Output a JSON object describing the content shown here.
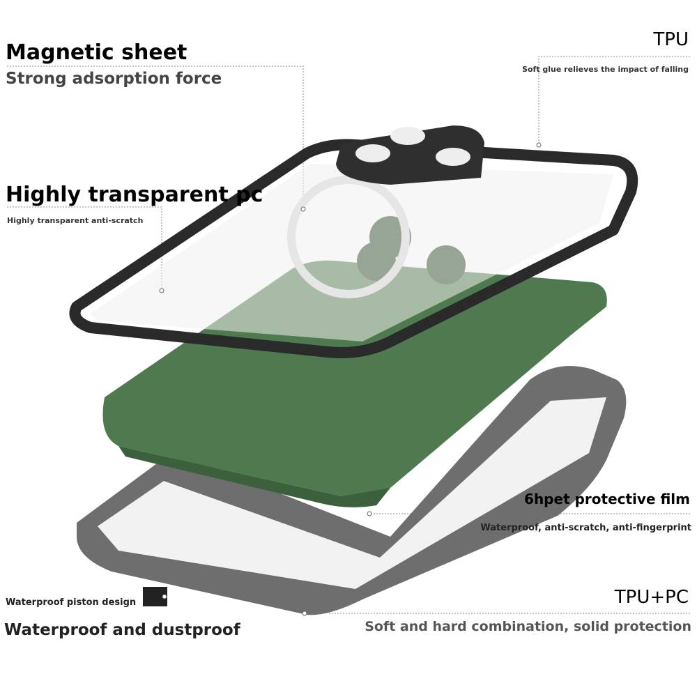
{
  "callouts": {
    "magnetic": {
      "title": "Magnetic sheet",
      "subtitle": "Strong adsorption force"
    },
    "pc": {
      "title": "Highly transparent pc",
      "subtitle": "Highly transparent anti-scratch"
    },
    "tpu": {
      "title": "TPU",
      "subtitle": "Soft glue relieves the impact of falling"
    },
    "film": {
      "title": "6hpet protective film",
      "subtitle": "Waterproof, anti-scratch, anti-fingerprint"
    },
    "piston": {
      "title": "Waterproof piston design",
      "subtitle": "Waterproof and dustproof"
    },
    "tpupc": {
      "title": "TPU+PC",
      "subtitle": "Soft and hard combination, solid protection"
    }
  },
  "colors": {
    "phone": "#4f7a4f",
    "frame": "#2a2a2a",
    "bottom_frame": "#6e6e6e"
  }
}
